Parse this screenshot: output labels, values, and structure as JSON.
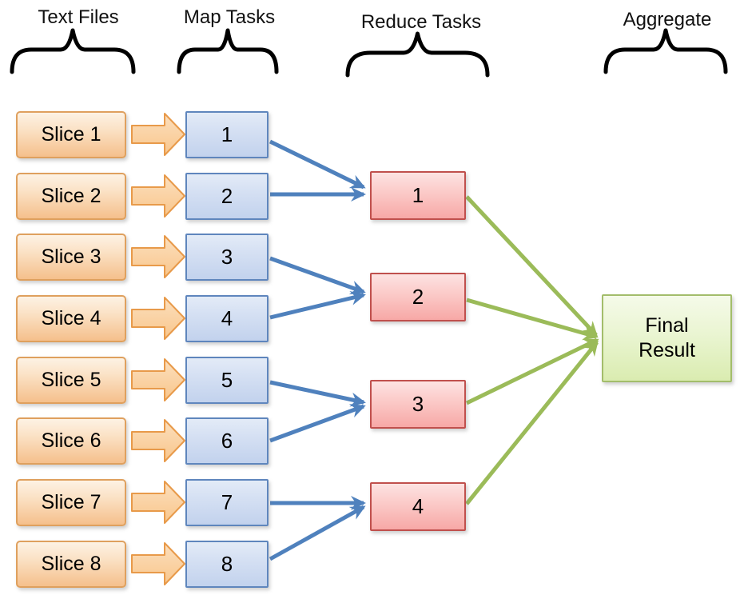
{
  "headers": {
    "text_files": "Text Files",
    "map_tasks": "Map Tasks",
    "reduce_tasks": "Reduce Tasks",
    "aggregate": "Aggregate"
  },
  "slices": [
    "Slice 1",
    "Slice 2",
    "Slice 3",
    "Slice 4",
    "Slice 5",
    "Slice 6",
    "Slice 7",
    "Slice 8"
  ],
  "map_tasks": [
    "1",
    "2",
    "3",
    "4",
    "5",
    "6",
    "7",
    "8"
  ],
  "reduce_tasks": [
    "1",
    "2",
    "3",
    "4"
  ],
  "final_result": "Final Result",
  "edges": {
    "slice_to_map": [
      [
        "Slice 1",
        "1"
      ],
      [
        "Slice 2",
        "2"
      ],
      [
        "Slice 3",
        "3"
      ],
      [
        "Slice 4",
        "4"
      ],
      [
        "Slice 5",
        "5"
      ],
      [
        "Slice 6",
        "6"
      ],
      [
        "Slice 7",
        "7"
      ],
      [
        "Slice 8",
        "8"
      ]
    ],
    "map_to_reduce": [
      [
        "1",
        "1"
      ],
      [
        "2",
        "1"
      ],
      [
        "3",
        "2"
      ],
      [
        "4",
        "2"
      ],
      [
        "5",
        "3"
      ],
      [
        "6",
        "3"
      ],
      [
        "7",
        "4"
      ],
      [
        "8",
        "4"
      ]
    ],
    "reduce_to_final": [
      [
        "1",
        "Final Result"
      ],
      [
        "2",
        "Final Result"
      ],
      [
        "3",
        "Final Result"
      ],
      [
        "4",
        "Final Result"
      ]
    ]
  },
  "colors": {
    "slice_fill_top": "#fdf2e4",
    "slice_fill_bottom": "#f5c08c",
    "slice_border": "#dfa05e",
    "map_fill_top": "#e3ebf7",
    "map_fill_bottom": "#c2d2ed",
    "map_border": "#5f86bd",
    "reduce_fill_top": "#fde3e2",
    "reduce_fill_bottom": "#f7a8a6",
    "reduce_border": "#c0504d",
    "final_fill_top": "#f5fae9",
    "final_fill_bottom": "#daecb0",
    "final_border": "#a3bd6b",
    "blue_arrow": "#4f81bd",
    "green_arrow": "#9bbb59",
    "orange_arrow_border": "#e89a4a",
    "brace": "#000000"
  }
}
